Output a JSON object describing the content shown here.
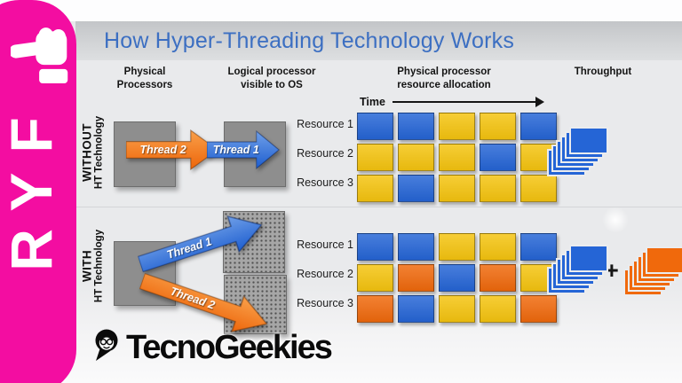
{
  "banner": {
    "letters": "RYF"
  },
  "title": "How Hyper-Threading Technology Works",
  "headers": [
    {
      "line1": "Physical",
      "line2": "Processors"
    },
    {
      "line1": "Logical processor",
      "line2": "visible to OS"
    },
    {
      "line1": "Physical processor",
      "line2": "resource allocation"
    },
    {
      "line1": "Throughput",
      "line2": ""
    }
  ],
  "time_label": "Time",
  "sections": {
    "without": {
      "label_line1": "WITHOUT",
      "label_line2": "HT Technology"
    },
    "with": {
      "label_line1": "WITH",
      "label_line2": "HT Technology"
    }
  },
  "resources": [
    "Resource 1",
    "Resource 2",
    "Resource 3"
  ],
  "arrows": {
    "without": {
      "left_label": "Thread 2",
      "right_label": "Thread 1"
    },
    "with": {
      "top_label": "Thread 1",
      "bottom_label": "Thread 2"
    }
  },
  "colors": {
    "blue": "#2565d6",
    "yellow": "#f5c40f",
    "orange": "#f0690c",
    "pink": "#f30da1",
    "title_blue": "#3c6fc2"
  },
  "grids": {
    "without": [
      [
        "blue",
        "blue",
        "yellow",
        "yellow",
        "blue"
      ],
      [
        "yellow",
        "yellow",
        "yellow",
        "blue",
        "yellow"
      ],
      [
        "yellow",
        "blue",
        "yellow",
        "yellow",
        "yellow"
      ]
    ],
    "with": [
      [
        "blue",
        "blue",
        "yellow",
        "yellow",
        "blue"
      ],
      [
        "yellow",
        "orange",
        "blue",
        "orange",
        "yellow"
      ],
      [
        "orange",
        "blue",
        "yellow",
        "yellow",
        "orange"
      ]
    ]
  },
  "throughput": {
    "without": [
      {
        "color": "blue",
        "count": 6
      }
    ],
    "with": [
      {
        "color": "blue",
        "count": 6
      },
      {
        "color": "orange",
        "count": 6
      }
    ],
    "plus_sign": "+"
  },
  "logo": {
    "text": "TecnoGeekies"
  }
}
